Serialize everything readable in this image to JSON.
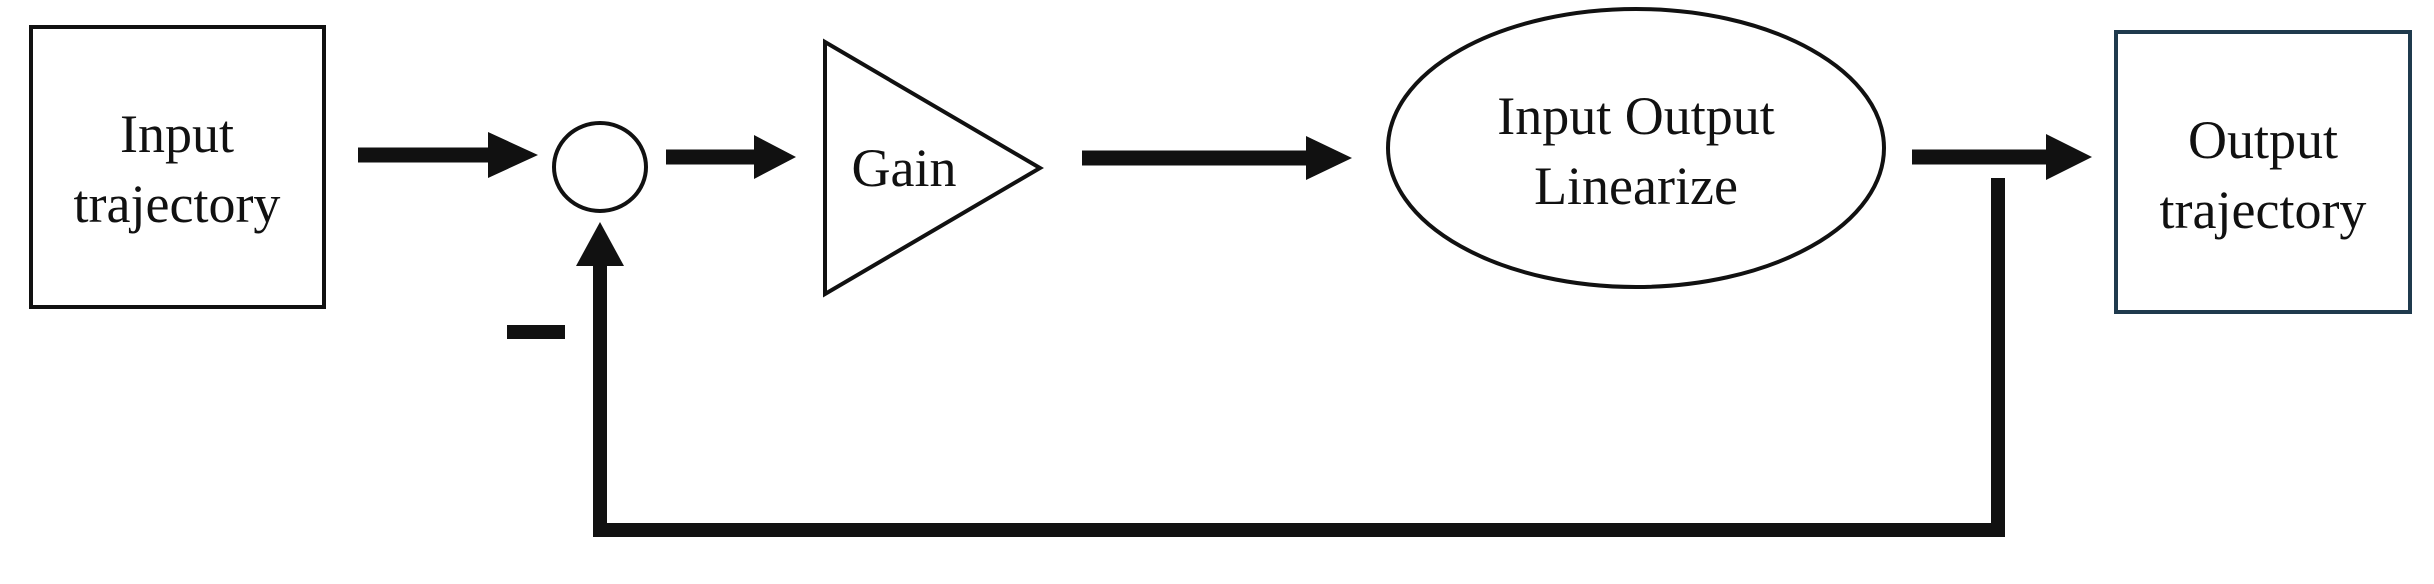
{
  "diagram": {
    "input_block": {
      "line1": "Input",
      "line2": "trajectory"
    },
    "summing_junction": {
      "sign": "−"
    },
    "gain_block": {
      "label": "Gain"
    },
    "linearize_block": {
      "line1": "Input Output",
      "line2": "Linearize"
    },
    "output_block": {
      "line1": "Output",
      "line2": "trajectory"
    }
  },
  "colors": {
    "stroke": "#111111",
    "output_box_border": "#1f3a4d",
    "background": "#ffffff"
  }
}
